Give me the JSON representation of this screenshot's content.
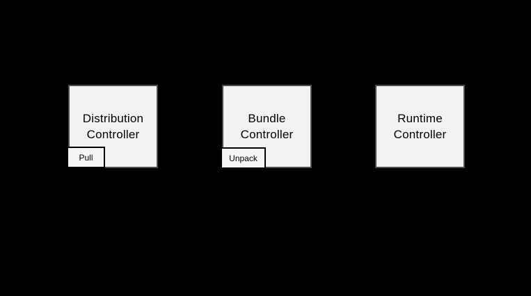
{
  "diagram": {
    "background_color": "#000000",
    "node_fill_color": "#f2f2f2",
    "node_border_color": "#4d4d4d",
    "action_fill_color": "#f5f5f5",
    "action_border_color": "#000000",
    "text_color": "#000000",
    "nodes": [
      {
        "label": "Distribution\nController",
        "action": "Pull"
      },
      {
        "label": "Bundle\nController",
        "action": "Unpack"
      },
      {
        "label": "Runtime\nController"
      }
    ]
  }
}
